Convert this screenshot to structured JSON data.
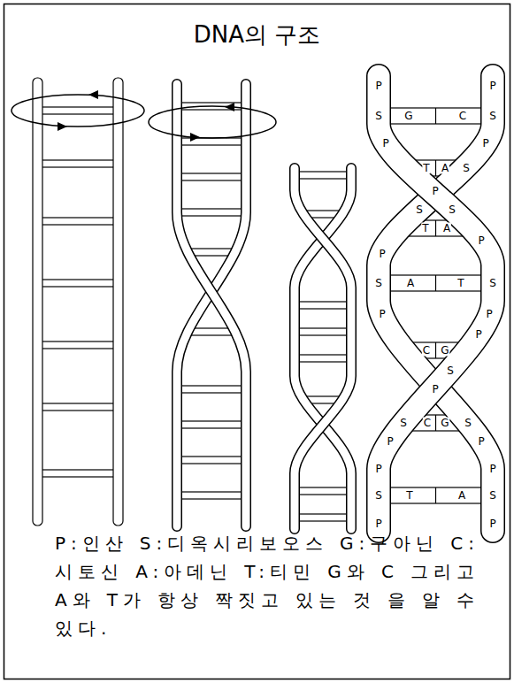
{
  "diagram": {
    "title": "DNA의 구조",
    "caption": "P:인산 S:디옥시리보오스 G:구아닌 C:시토신 A:아데닌 T:티민 G와 C 그리고 A와 T가 항상 짝짓고 있는 것 을 알 수 있다.",
    "labels": [
      "P",
      "P",
      "S",
      "G",
      "C",
      "S",
      "P",
      "P",
      "T",
      "A",
      "S",
      "P",
      "S",
      "S",
      "T",
      "A",
      "P",
      "P",
      "S",
      "A",
      "T",
      "S",
      "P",
      "P",
      "P",
      "C",
      "G",
      "S",
      "P",
      "S",
      "C",
      "G",
      "S",
      "P",
      "P",
      "P",
      "P",
      "S",
      "T",
      "A",
      "S",
      "P",
      "P"
    ]
  }
}
